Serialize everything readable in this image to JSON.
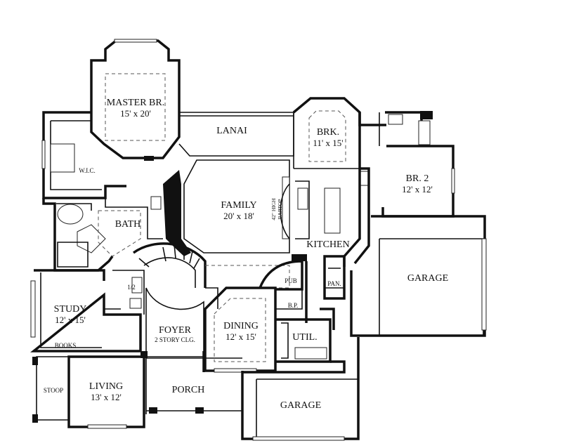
{
  "rooms": {
    "master": {
      "name": "MASTER BR.",
      "size": "15' x 20'"
    },
    "wic": {
      "name": "W.I.C."
    },
    "lanai": {
      "name": "LANAI"
    },
    "brk": {
      "name": "BRK.",
      "size": "11' x 15'"
    },
    "br2": {
      "name": "BR. 2",
      "size": "12' x 12'"
    },
    "family": {
      "name": "FAMILY",
      "size": "20' x 18'"
    },
    "bartop": {
      "line1": "42\" HIGH",
      "line2": "BARTOP"
    },
    "bath": {
      "name": "BATH"
    },
    "kitchen": {
      "name": "KITCHEN"
    },
    "garage_right": {
      "name": "GARAGE"
    },
    "pub": {
      "name": "PUB"
    },
    "pan": {
      "name": "PAN."
    },
    "bp": {
      "name": "B.P."
    },
    "half_bath": {
      "name": "1/2"
    },
    "study": {
      "name": "STUDY",
      "size": "12' x 15'"
    },
    "books": {
      "name": "BOOKS"
    },
    "foyer": {
      "name": "FOYER",
      "note": "2 STORY CLG."
    },
    "dining": {
      "name": "DINING",
      "size": "12' x 15'"
    },
    "util": {
      "name": "UTIL."
    },
    "stoop": {
      "name": "STOOP"
    },
    "living": {
      "name": "LIVING",
      "size": "13' x 12'"
    },
    "porch": {
      "name": "PORCH"
    },
    "garage_front": {
      "name": "GARAGE"
    }
  }
}
